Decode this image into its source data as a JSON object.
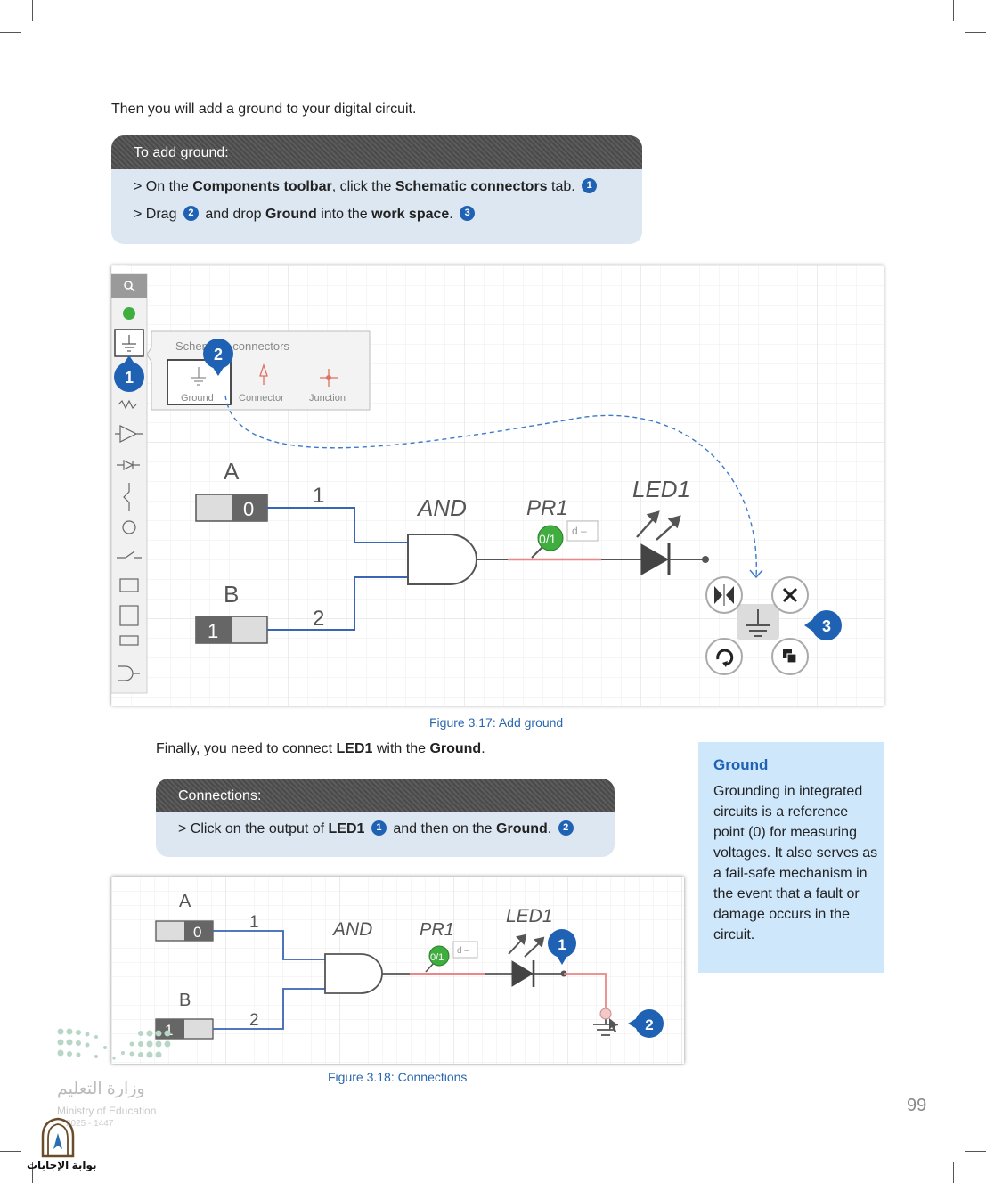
{
  "intro_text": "Then you will add a ground to your digital circuit.",
  "box1": {
    "header": "To add ground:",
    "line1": {
      "p1": "> On the ",
      "b1": "Components toolbar",
      "p2": ", click the ",
      "b2": "Schematic connectors",
      "p3": " tab.",
      "n1": "1"
    },
    "line2": {
      "p1": "> Drag ",
      "n1": "2",
      "p2": " and drop ",
      "b1": "Ground",
      "p3": " into the ",
      "b2": "work space",
      "p4": ".",
      "n2": "3"
    }
  },
  "figure1": {
    "popup_title": "Schematic connectors",
    "items": [
      "Ground",
      "Connector",
      "Junction"
    ],
    "labels": {
      "a": "A",
      "b": "B",
      "one": "1",
      "two": "2",
      "and": "AND",
      "pr1": "PR1",
      "led1": "LED1",
      "zero": "0",
      "one_val": "1",
      "prov": "0/1",
      "d": "d –"
    },
    "callouts": [
      "1",
      "2",
      "3"
    ],
    "caption": "Figure 3.17: Add ground"
  },
  "finally": {
    "p1": "Finally, you need to connect ",
    "b1": "LED1",
    "p2": " with the ",
    "b2": "Ground",
    "p3": "."
  },
  "box2": {
    "header": "Connections:",
    "line1": {
      "p1": "> Click on the output of ",
      "b1": "LED1",
      "n1": "1",
      "p2": " and then on the ",
      "b2": "Ground",
      "p3": ".",
      "n2": "2"
    }
  },
  "figure2": {
    "labels": {
      "a": "A",
      "b": "B",
      "one": "1",
      "two": "2",
      "and": "AND",
      "pr1": "PR1",
      "led1": "LED1",
      "zero": "0",
      "one_val": "1",
      "prov": "0/1",
      "d": "d –"
    },
    "callouts": [
      "1",
      "2"
    ],
    "caption": "Figure 3.18: Connections"
  },
  "sidebar": {
    "title": "Ground",
    "body": "Grounding in integrated circuits is a reference point (0) for measuring voltages. It also serves as a fail-safe mechanism in the event that a fault or damage occurs in the circuit."
  },
  "page_number": "99",
  "ministry": {
    "arabic": "وزارة التعليم",
    "english": "Ministry of Education",
    "year": "2025 - 1447"
  },
  "portal": "بوابة الإجابات",
  "colors": {
    "accent": "#1f62b4",
    "wire": "#3a64b5",
    "red_wire": "#e88888",
    "box_bg": "#dde7f2",
    "sidebar_bg": "#cfe7fb"
  }
}
